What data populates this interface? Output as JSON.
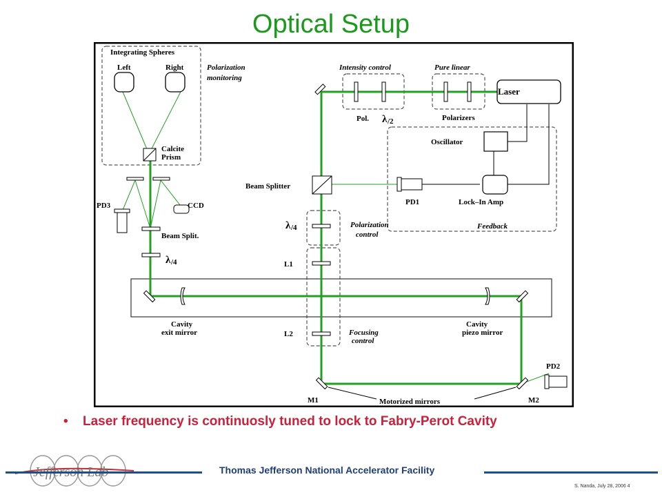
{
  "slide": {
    "title": "Optical Setup",
    "bullet": "Laser frequency is continuosly tuned to lock to Fabry-Perot Cavity",
    "footer_org": "Thomas Jefferson National Accelerator Facility",
    "footer_credit": "S. Nanda, July 28, 2006 4",
    "logo_text": "Jefferson Lab"
  },
  "labels": {
    "integrating_spheres": "Integrating Spheres",
    "left": "Left",
    "right": "Right",
    "polarization_monitoring_1": "Polarization",
    "polarization_monitoring_2": "monitoring",
    "calcite_1": "Calcite",
    "calcite_2": "Prism",
    "pd3": "PD3",
    "ccd": "CCD",
    "beam_split": "Beam Split.",
    "lambda_left": "λ",
    "quarter_left": "/4",
    "intensity_control": "Intensity control",
    "pure_linear": "Pure linear",
    "laser": "Laser",
    "pol": "Pol.",
    "lambda_half": "λ",
    "half": "/2",
    "polarizers": "Polarizers",
    "oscillator": "Oscillator",
    "beam_splitter": "Beam Splitter",
    "pd1": "PD1",
    "lockin": "Lock–In Amp",
    "feedback": "Feedback",
    "lambda_mid": "λ",
    "quarter_mid": "/4",
    "pol_control_1": "Polarization",
    "pol_control_2": "control",
    "l1": "L1",
    "l2": "L2",
    "focusing_1": "Focusing",
    "focusing_2": "control",
    "cavity_exit_1": "Cavity",
    "cavity_exit_2": "exit mirror",
    "cavity_piezo_1": "Cavity",
    "cavity_piezo_2": "piezo mirror",
    "pd2": "PD2",
    "m1": "M1",
    "m2": "M2",
    "motorized": "Motorized mirrors"
  },
  "colors": {
    "title": "#1a9a1a",
    "beam": "#22a022",
    "bullet": "#cc1f3a",
    "footer": "#1f3e78"
  }
}
